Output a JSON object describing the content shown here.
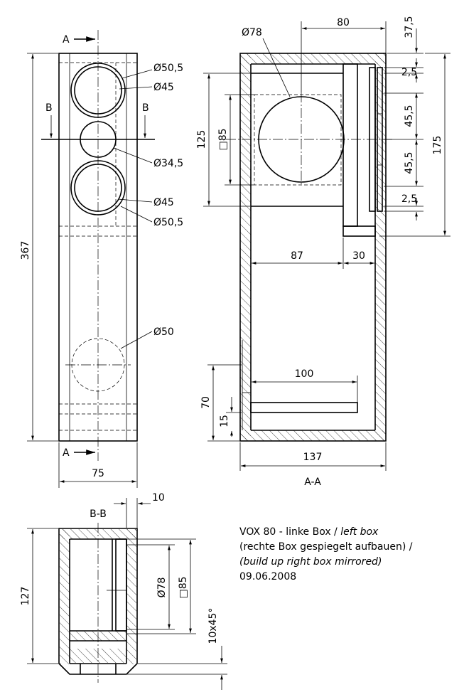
{
  "front_view": {
    "section_mark": "A",
    "cut_mark": "B",
    "height_label": "367",
    "width_label": "75",
    "holes": [
      "Ø50,5",
      "Ø45",
      "Ø34,5",
      "Ø45",
      "Ø50,5",
      "Ø50"
    ]
  },
  "section_a": {
    "title": "A-A",
    "speaker_dia": "Ø78",
    "baffle_square": "□85",
    "dims": [
      "80",
      "37,5",
      "2,5",
      "45,5",
      "45,5",
      "2,5",
      "175",
      "125",
      "87",
      "30",
      "100",
      "70",
      "15",
      "137"
    ]
  },
  "section_b": {
    "title": "B-B",
    "dims": [
      "10",
      "127",
      "Ø78",
      "□85",
      "10x45°"
    ]
  },
  "notes": {
    "line1_plain": "VOX 80 - linke Box / ",
    "line1_italic": "left box",
    "line2": "(rechte Box gespiegelt aufbauen) /",
    "line3_italic": "(build up right box mirrored)",
    "date": "09.06.2008"
  }
}
